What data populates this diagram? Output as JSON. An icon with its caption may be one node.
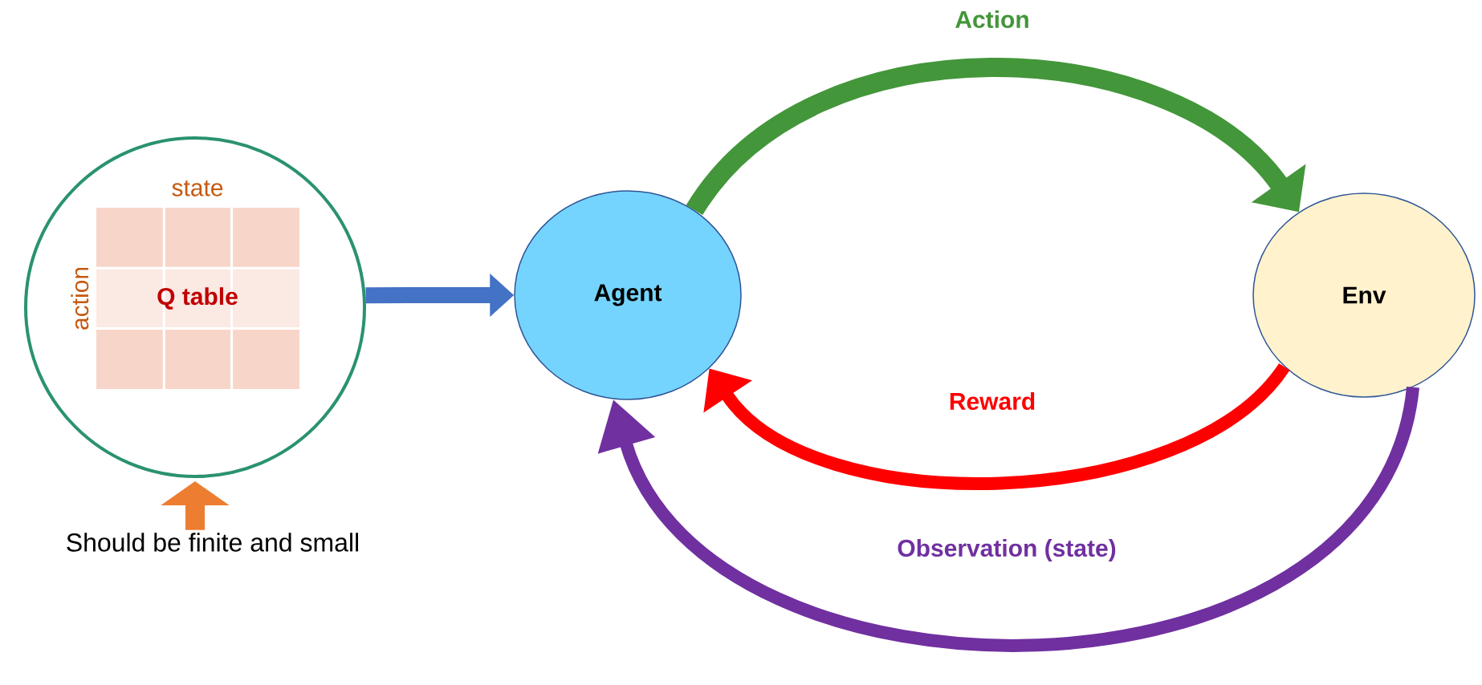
{
  "diagram": {
    "nodes": [
      {
        "text": [],
        "shape": "circle"
      },
      {
        "text": [
          "Q table"
        ],
        "in": 0,
        "beside": [
          "state",
          "action"
        ]
      },
      {
        "text": [
          "Agent"
        ]
      },
      {
        "text": [
          "Env"
        ]
      },
      {
        "text": [
          "Should be finite and small"
        ]
      }
    ],
    "edges": [
      {
        "from": 0,
        "to": 2,
        "arrow": "to",
        "color": "#4472c4"
      },
      {
        "from": 2,
        "to": 3,
        "arrow": "to",
        "label": "Action",
        "color": "#43963a"
      },
      {
        "from": 3,
        "to": 2,
        "arrow": "to",
        "label": "Reward",
        "color": "#ff0000"
      },
      {
        "from": 3,
        "to": 2,
        "arrow": "to",
        "label": "Observation (state)",
        "color": "#7030a0"
      },
      {
        "from": 4,
        "to": 0,
        "arrow": "to",
        "color": "#ed7d31"
      }
    ]
  }
}
